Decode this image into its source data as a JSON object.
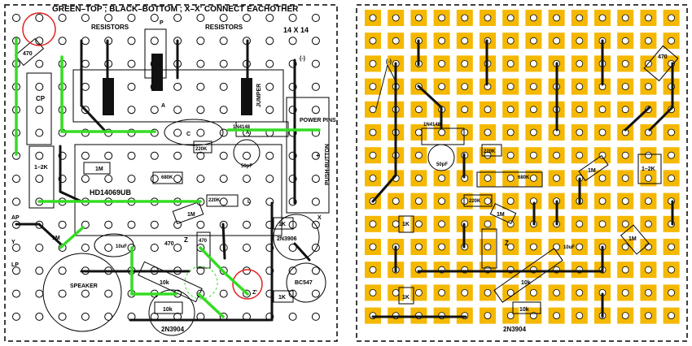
{
  "title": "GREEN–TOP ; BLACK–BOTTOM ; X–X' CONNECT EACHOTHER",
  "grid_label": "14 X 14",
  "colors": {
    "pad": "#f5b800",
    "wire_top": "#33dd22",
    "wire_bottom": "#111111",
    "ring": "#e02020"
  },
  "left_labels": {
    "resistors_1": "RESISTORS",
    "resistors_2": "RESISTORS",
    "p": "P",
    "a": "A",
    "r470": "470",
    "cp": "CP",
    "c": "C",
    "diode": "1N4148",
    "power_pins": "POWER PINS",
    "jumper": "JUMPER",
    "r220k_a": "220K",
    "c50pf": "50pF",
    "push_button": "PUSH-BUTTON",
    "r1m_a": "1M",
    "r680k": "680K",
    "r1_2k": "1–2K",
    "ic": "HD14069UB",
    "r220k_b": "220K",
    "r1m_b": "1M",
    "ap": "AP",
    "y": "Y",
    "lp": "LP",
    "r1m_c": "1M",
    "c10uf": "10uF",
    "r470_b": "470",
    "z": "Z",
    "r470_c": "470",
    "x": "X",
    "r1k_a": "1K",
    "t2n3906": "2N3906",
    "speaker": "SPEAKER",
    "r10k_a": "10k",
    "bc547": "BC547",
    "r1k_b": "1K",
    "r10k_b": "10k",
    "t2n3904": "2N3904",
    "minus": "(-)",
    "plus": "+",
    "zprime": "Z'",
    "a_label": "A",
    "l_label": "L"
  },
  "right_labels": {
    "minus": "(-)",
    "r470": "470",
    "diode": "1N4148",
    "r220k": "220K",
    "c50pf": "50pF",
    "r680k": "680K",
    "r1m_a": "1M",
    "r1_2k": "1–2K",
    "r220k_b": "220K",
    "r1m_b": "1M",
    "r1k_a": "1K",
    "z": "Z",
    "c10uf": "10uF",
    "r1m_c": "1M",
    "r10k_a": "10k",
    "r1k_b": "1K",
    "r10k_b": "10k",
    "t2n3904": "2N3904"
  }
}
